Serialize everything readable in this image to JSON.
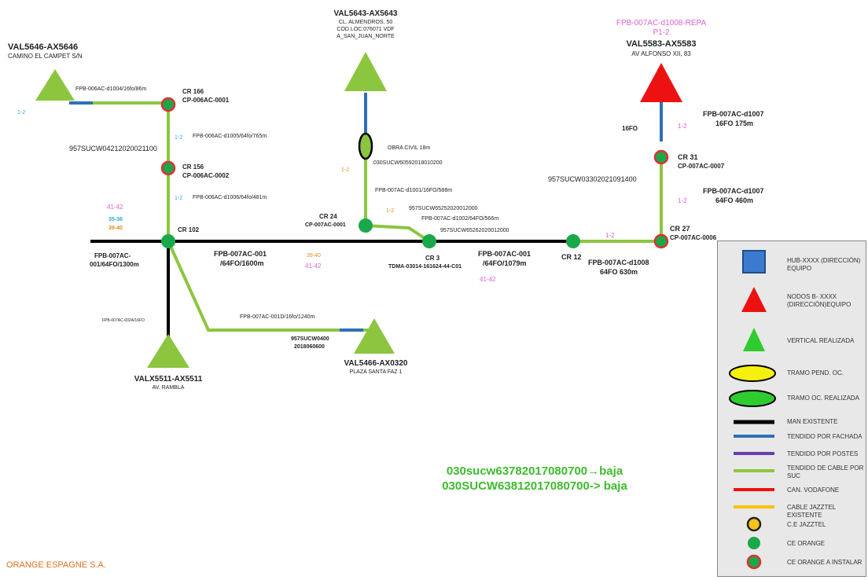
{
  "colors": {
    "backbone": "#000000",
    "green_cable": "#8cc63f",
    "blue_cable": "#2f6fb8",
    "triangle_green": "#8cc63f",
    "triangle_red": "#ee1111",
    "node_green": "#1aa84a",
    "pink": "#e060d0",
    "cyan": "#29a8e0",
    "orange": "#e08a1e"
  },
  "sites": {
    "val5646": {
      "name": "VAL5646-AX5646",
      "addr": "CAMINO EL CAMPET S/N"
    },
    "val5643": {
      "name": "VAL5643-AX5643",
      "addr1": "CL. ALMENDROS, 50",
      "addr2": "COD LOC:076071 VDF",
      "addr3": "A_SAN_JUAN_NORTE"
    },
    "val5583": {
      "top1": "FPB-007AC-d1008-REPA",
      "top2": "P1-2",
      "name": "VAL5583-AX5583",
      "addr": "AV ALFONSO XII, 83"
    },
    "valx5511": {
      "name": "VALX5511-AX5511",
      "addr": "AV. RAMBLA"
    },
    "val5466": {
      "name": "VAL5466-AX0320",
      "addr": "PLAZA SANTA FAZ 1"
    }
  },
  "nodes": {
    "cr166": {
      "l1": "CR 166",
      "l2": "CP-006AC-0001"
    },
    "cr156": {
      "l1": "CR 156",
      "l2": "CP-006AC-0002"
    },
    "cr102": {
      "l1": "CR 102"
    },
    "cr24": {
      "l1": "CR 24",
      "l2": "CP-007AC-0001"
    },
    "cr3": {
      "l1": "CR 3",
      "l2": "TDMA-03014-161624-44-C01"
    },
    "cr12": {
      "l1": "CR 12"
    },
    "cr27": {
      "l1": "CR 27",
      "l2": "CP-007AC-0006"
    },
    "cr31": {
      "l1": "CR 31",
      "l2": "CP-007AC-0007"
    },
    "obra": {
      "l1": "OBRA CIVIL 18m",
      "l2": "030SUCW60592018010200"
    }
  },
  "labels": {
    "c1004": "FPB-006AC-d1004/16fo/86m",
    "c1005": "FPB-006AC-d1005/64fo/765m",
    "c1006": "FPB-006AC-d1006/64fo/481m",
    "suc1": "957SUCW04212020021100",
    "fpb_left_1": "FPB-007AC-",
    "fpb_left_2": "001/64FO/1300m",
    "fpb_mid_1": "FPB-007AC-001",
    "fpb_mid_2": "/64FO/1600m",
    "fpb_right_1": "FPB-007AC-001",
    "fpb_right_2": "/64FO/1079m",
    "c1001": "FPB-007AC-d1001/16FO/588m",
    "suc_a": "957SUCW65252020012000",
    "c1002": "FPB-007AC-d1002/64FO/566m",
    "suc_b": "957SUCW65262020012000",
    "c1010": "FPB-007AC-001D/16fo/1240m",
    "suc_c1": "957SUCW0400",
    "suc_c2": "2018060600",
    "c002a": "FPB-007AC-002A/16FO",
    "c1008_1": "FPB-007AC-d1008",
    "c1008_2": "64FO 630m",
    "c1007a_1": "FPB-007AC-d1007",
    "c1007a_2": "16FO 175m",
    "c1007b_1": "FPB-007AC-d1007",
    "c1007b_2": "64FO 460m",
    "suc_d": "957SUCW03302021091400",
    "fo16": "16FO"
  },
  "tags": {
    "t12_left": "1-2",
    "t12_cyan1": "1-2",
    "t12_cyan2": "1-2",
    "t12_orange1": "1-2",
    "t12_orange2": "1-2",
    "t12_pink1": "1-2",
    "t12_pink2": "1-2",
    "t12_pink3": "1-2",
    "p4142_a": "41-42",
    "p3536": "35-36",
    "p3940_a": "39-40",
    "p3940_b": "39-40",
    "p4142_b": "41-42",
    "p4142_c": "41-42"
  },
  "notes": {
    "line1": "030sucw63782017080700→baja",
    "line2": "030SUCW63812017080700-> baja"
  },
  "footer": "ORANGE ESPAGNE S.A.",
  "legend": [
    {
      "icon": "blue-square-icon",
      "label": "HUB-XXXX (DIRECCIÓN) EQUIPO"
    },
    {
      "icon": "red-triangle-icon",
      "label": "NODOS B- XXXX (DIRECCIÓN)EQUIPO"
    },
    {
      "icon": "green-triangle-icon",
      "label": "VERTICAL REALIZADA"
    },
    {
      "icon": "yellow-ellipse-icon",
      "label": "TRAMO PEND. OC."
    },
    {
      "icon": "green-ellipse-icon",
      "label": "TRAMO OC. REALIZADA"
    },
    {
      "icon": "black-line-icon",
      "label": "MAN EXISTENTE"
    },
    {
      "icon": "blue-line-icon",
      "label": "TENDIDO POR FACHADA"
    },
    {
      "icon": "purple-line-icon",
      "label": "TENDIDO POR POSTES"
    },
    {
      "icon": "green-line-icon",
      "label": "TENDIDO DE CABLE POR SUC"
    },
    {
      "icon": "red-line-icon",
      "label": "CAN. VODAFONE"
    },
    {
      "icon": "orange-line-icon",
      "label": "CABLE JAZZTEL EXISTENTE"
    },
    {
      "icon": "jazztel-circle-icon",
      "label": "C.E JAZZTEL"
    },
    {
      "icon": "orange-circle-icon",
      "label": "CE ORANGE"
    },
    {
      "icon": "orange-install-circle-icon",
      "label": "CE ORANGE A INSTALAR"
    }
  ]
}
